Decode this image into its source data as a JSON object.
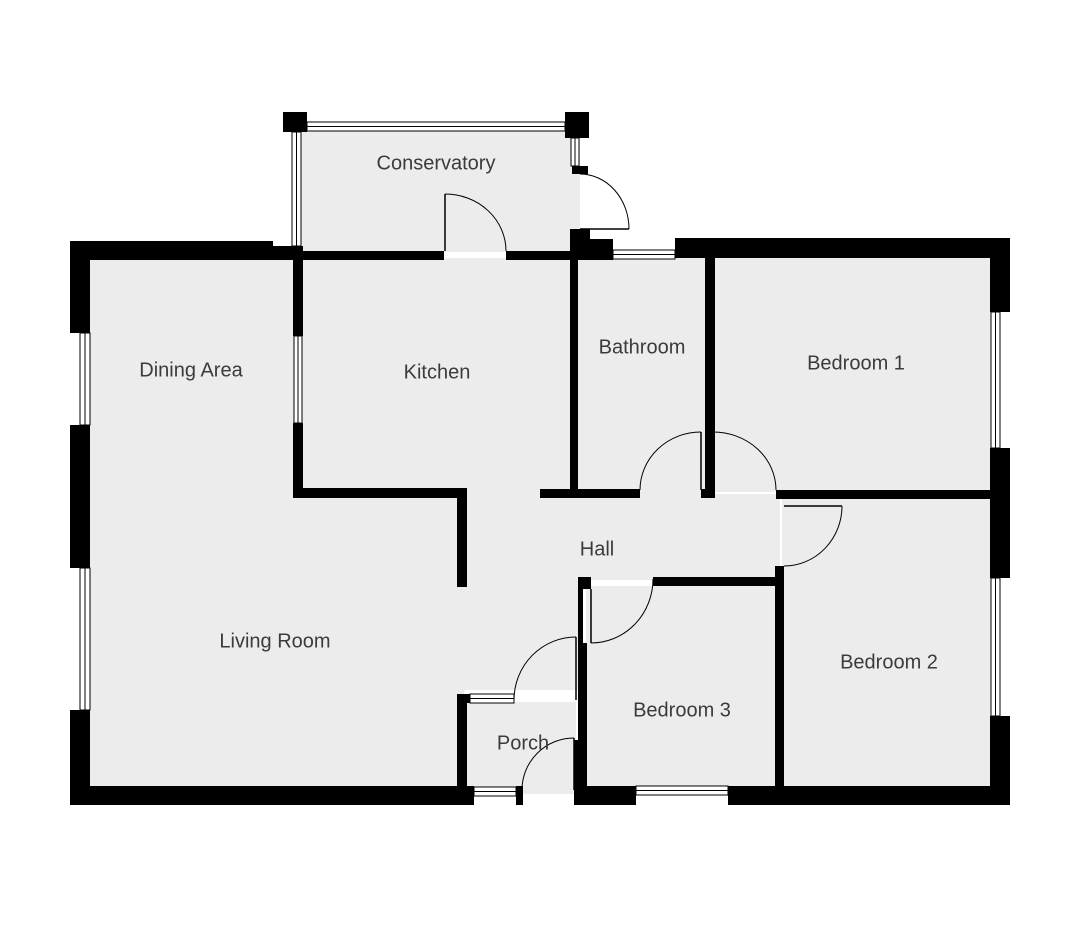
{
  "floorplan": {
    "rooms": {
      "conservatory": "Conservatory",
      "dining_area": "Dining Area",
      "kitchen": "Kitchen",
      "bathroom": "Bathroom",
      "bedroom_1": "Bedroom 1",
      "living_room": "Living Room",
      "hall": "Hall",
      "bedroom_2": "Bedroom 2",
      "bedroom_3": "Bedroom 3",
      "porch": "Porch"
    },
    "colors": {
      "floor": "#ececec",
      "wall": "#000000",
      "label": "#3b3b3b",
      "background": "#ffffff"
    }
  }
}
